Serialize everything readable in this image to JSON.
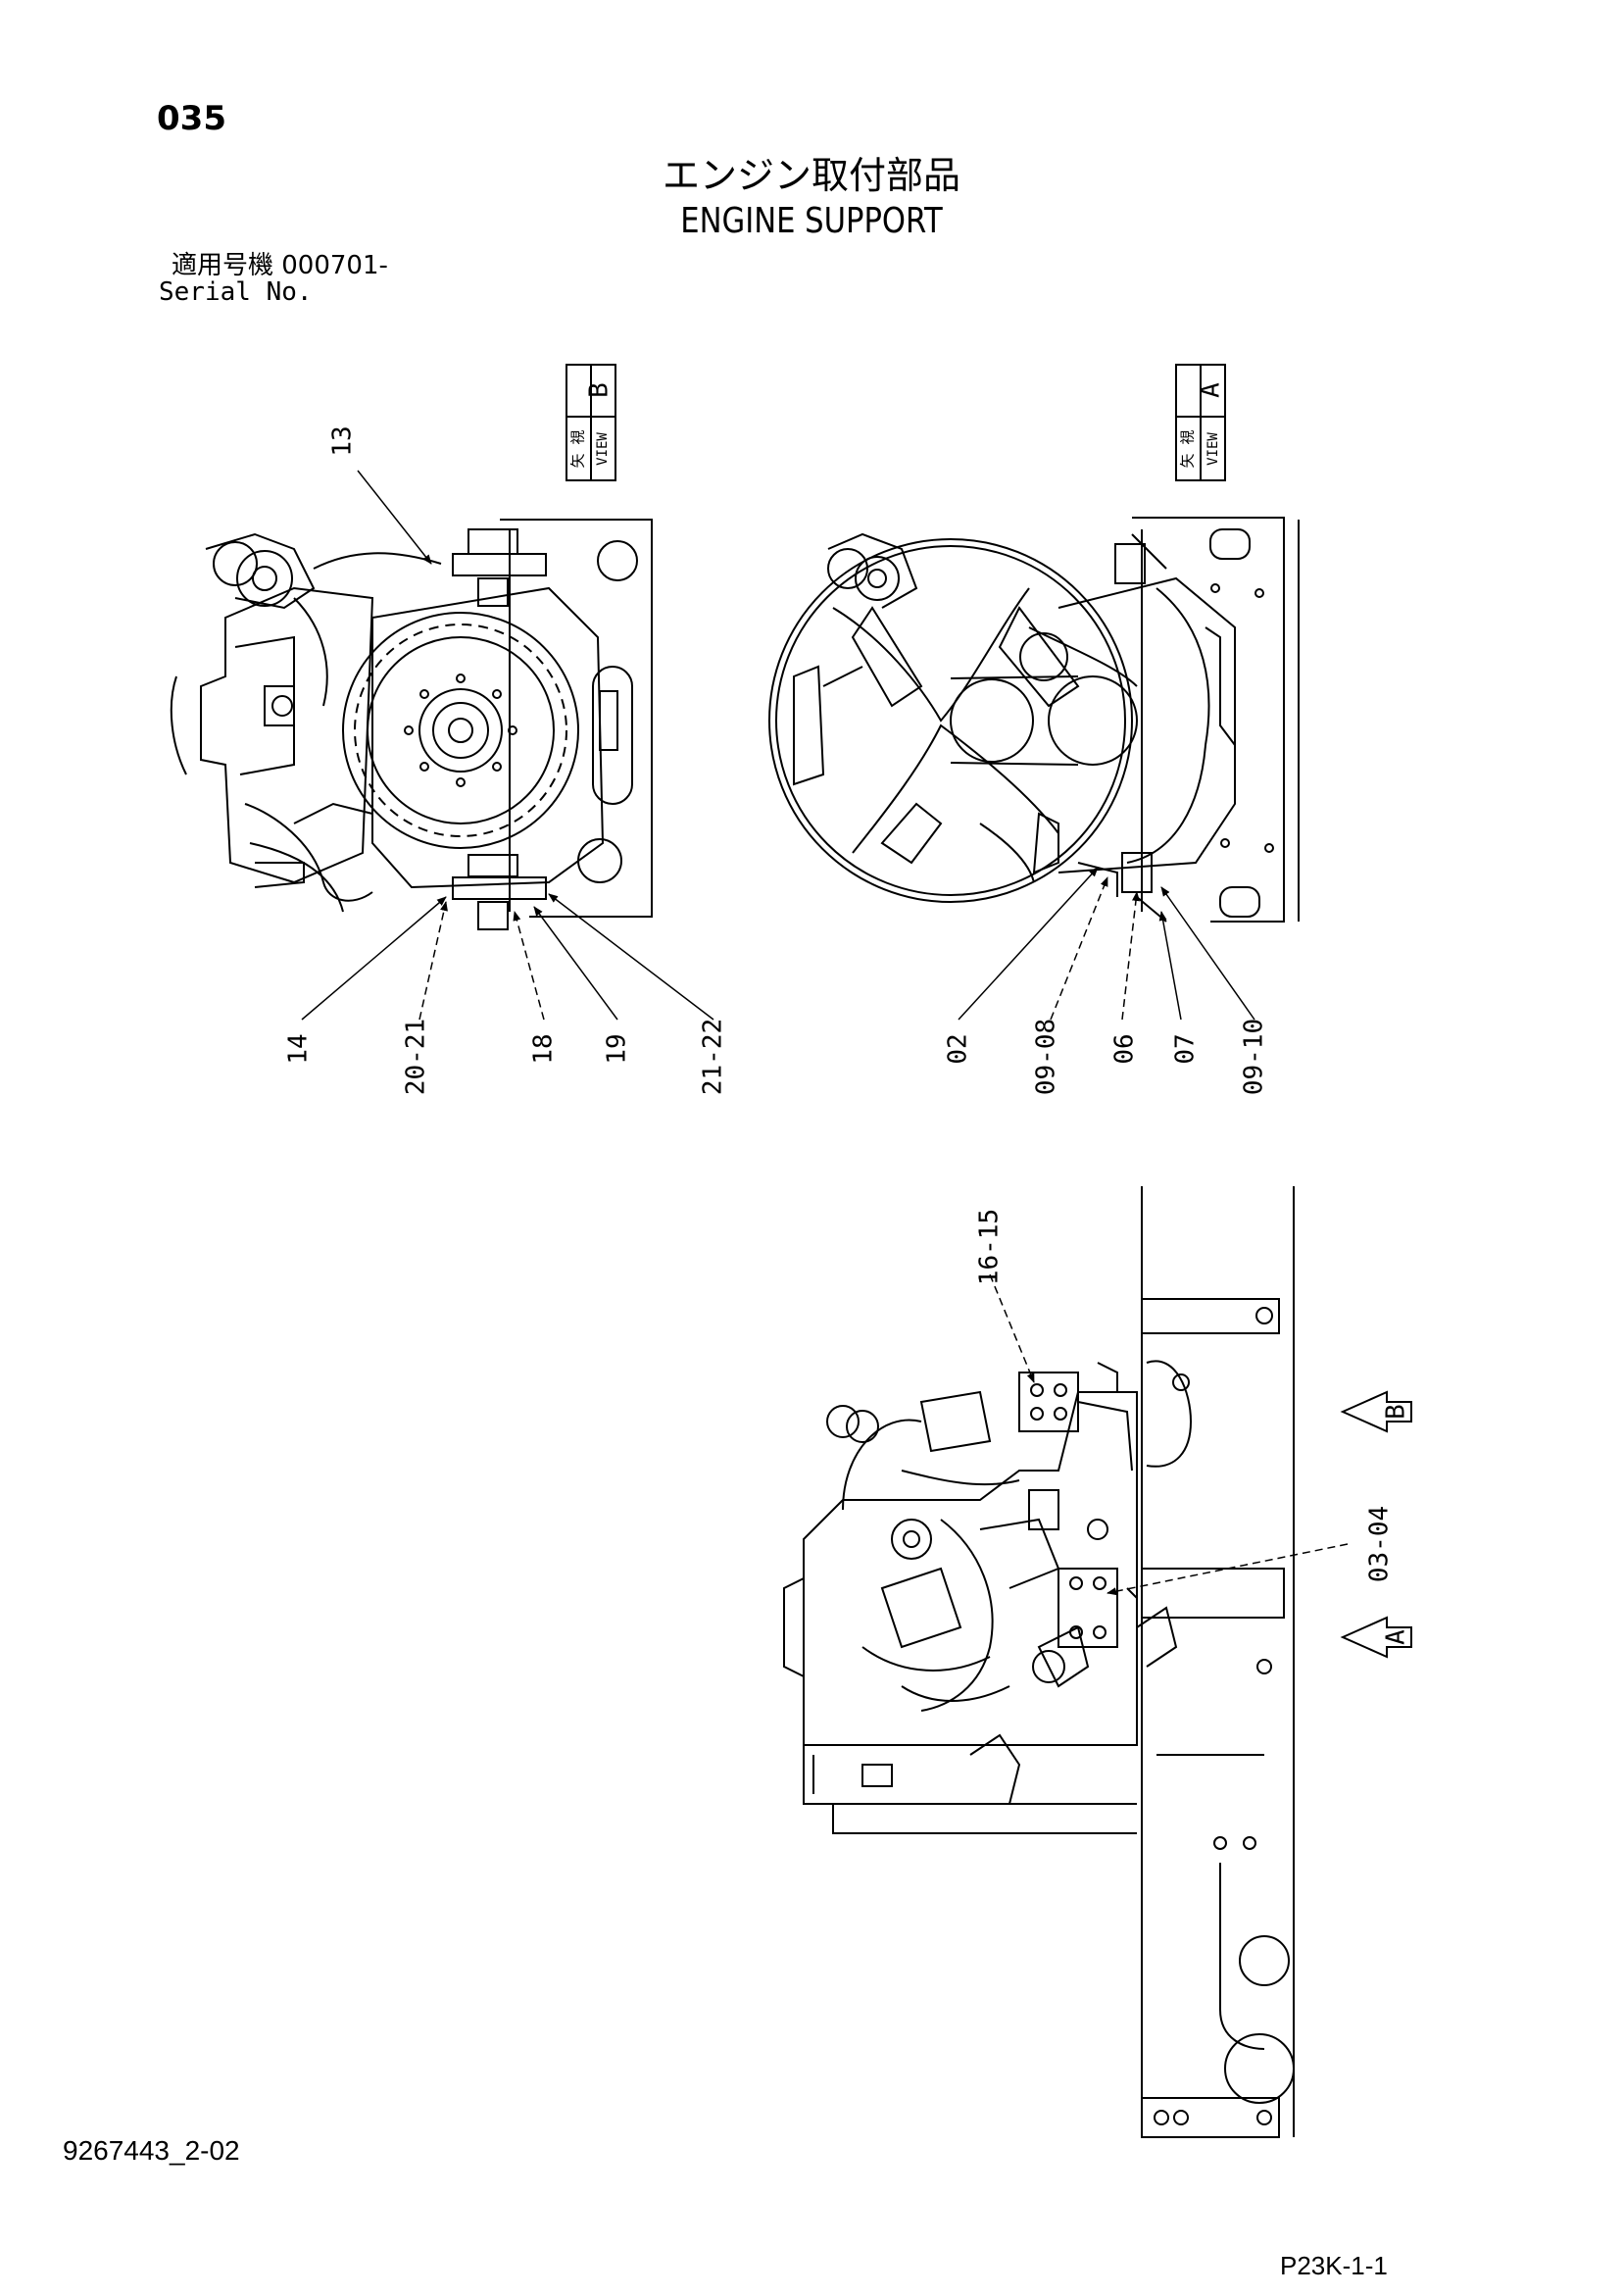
{
  "page": {
    "number": "035",
    "title_jp": "エンジン取付部品",
    "title_en": "ENGINE SUPPORT",
    "serial_jp": "適用号機  000701-",
    "serial_en": "Serial No.",
    "doc_code": "9267443_2-02",
    "sheet_code": "P23K-1-1"
  },
  "views": {
    "view_b": {
      "jp": "矢 視",
      "en": "VIEW",
      "letter": "B"
    },
    "view_a": {
      "jp": "矢 視",
      "en": "VIEW",
      "letter": "A"
    },
    "arrow_b": "B",
    "arrow_a": "A"
  },
  "callouts": {
    "c13": "13",
    "c14": "14",
    "c20_21": "20-21",
    "c18": "18",
    "c19": "19",
    "c21_22": "21-22",
    "c02": "02",
    "c09_08": "09-08",
    "c06": "06",
    "c07": "07",
    "c09_10": "09-10",
    "c16_15": "16-15",
    "c03_04": "03-04"
  }
}
